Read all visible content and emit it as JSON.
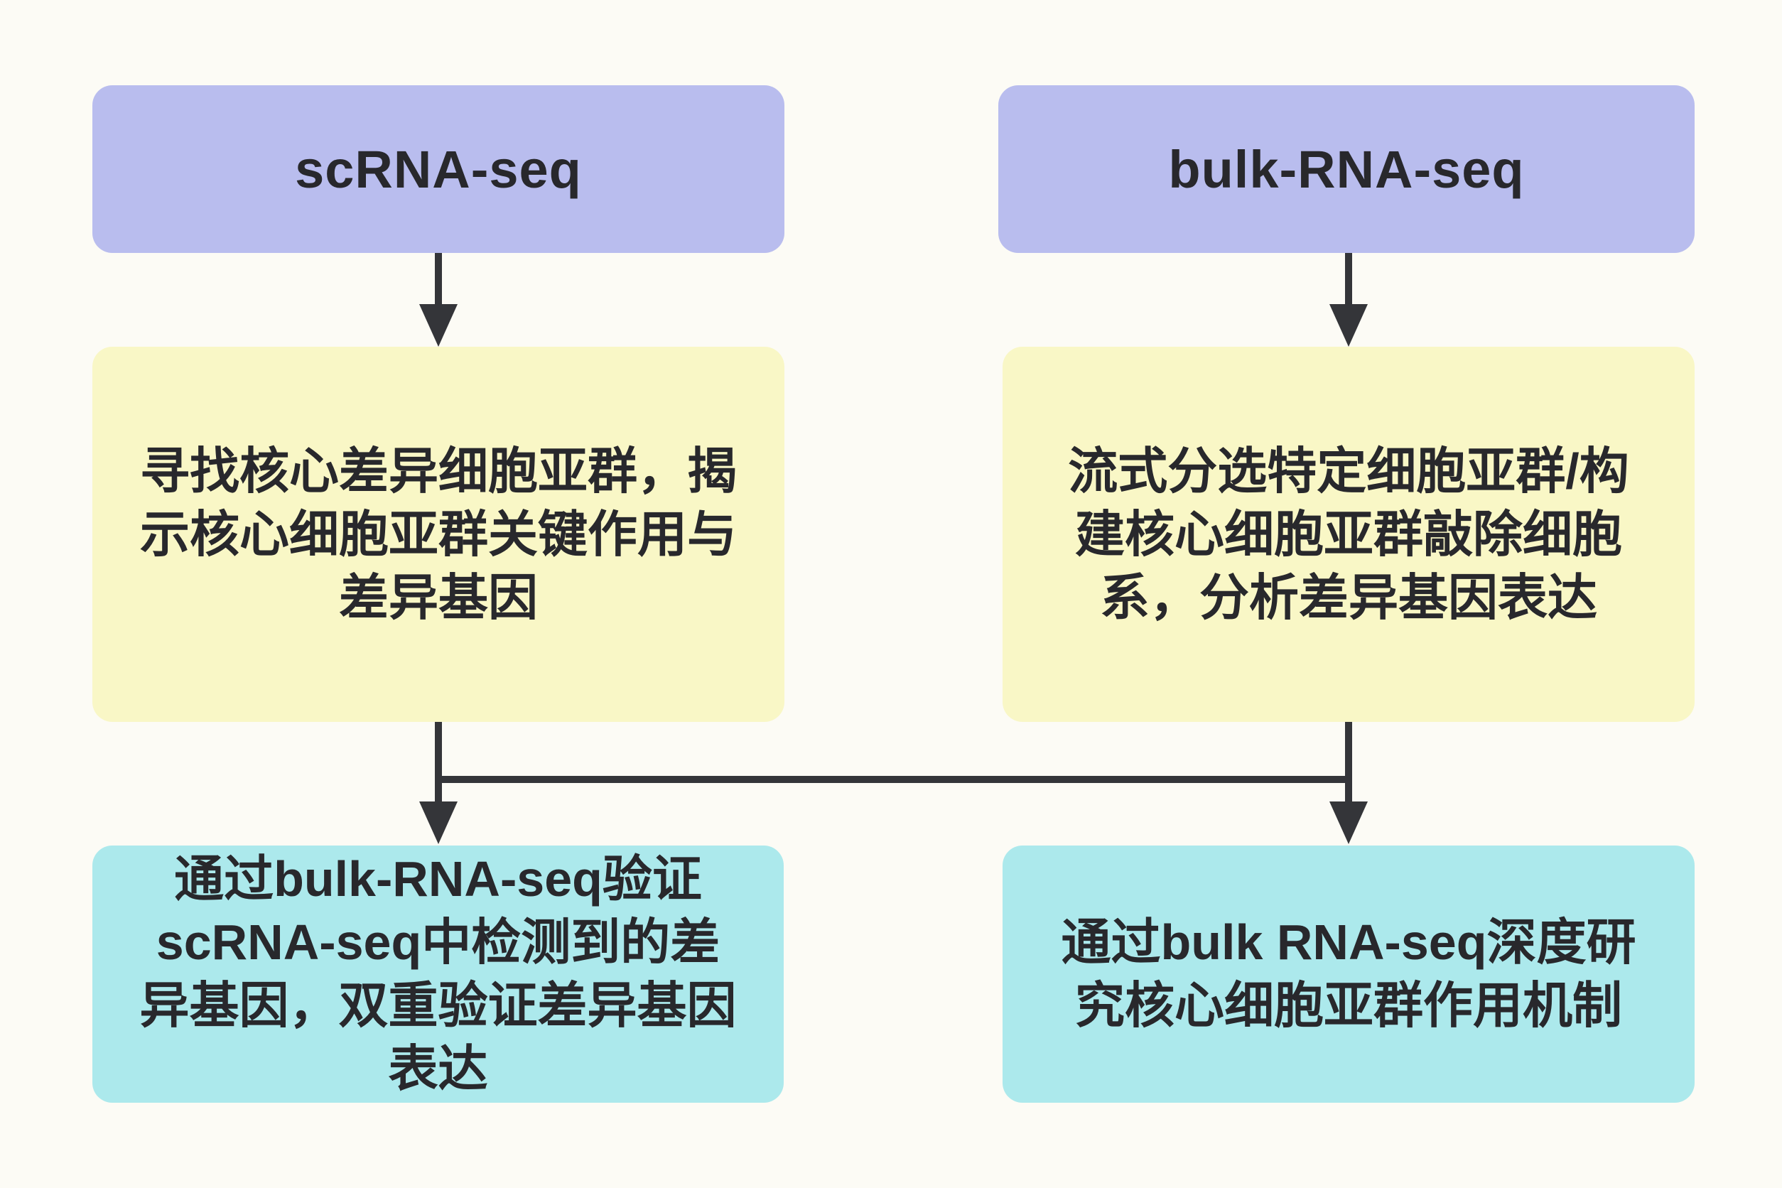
{
  "diagram": {
    "title": "scRNA-seq and bulk-RNA-seq combined analysis flowchart",
    "colors": {
      "background": "#fcfbf5",
      "sequencing_node": "#b9bdee",
      "analysis_node": "#f9f7c6",
      "validation_node": "#ace9ec",
      "arrow": "#343539",
      "text": "#28282c"
    },
    "nodes": {
      "scrna": {
        "label": "scRNA-seq"
      },
      "bulk": {
        "label": "bulk-RNA-seq"
      },
      "scrna_analysis": {
        "text": "寻找核心差异细胞亚群，揭\n示核心细胞亚群关键作用与\n差异基因"
      },
      "bulk_analysis": {
        "text": "流式分选特定细胞亚群/构\n建核心细胞亚群敲除细胞\n系，分析差异基因表达"
      },
      "cross_validation": {
        "text": "通过bulk-RNA-seq验证\nscRNA-seq中检测到的差\n异基因，双重验证差异基因\n表达"
      },
      "mechanism_study": {
        "text": "通过bulk RNA-seq深度研\n究核心细胞亚群作用机制"
      }
    },
    "edges": [
      {
        "from": "scrna",
        "to": "scrna_analysis"
      },
      {
        "from": "bulk",
        "to": "bulk_analysis"
      },
      {
        "from": "scrna_analysis",
        "to": "cross_validation",
        "joined": true
      },
      {
        "from": "bulk_analysis",
        "to": "mechanism_study",
        "joined": true
      }
    ]
  }
}
